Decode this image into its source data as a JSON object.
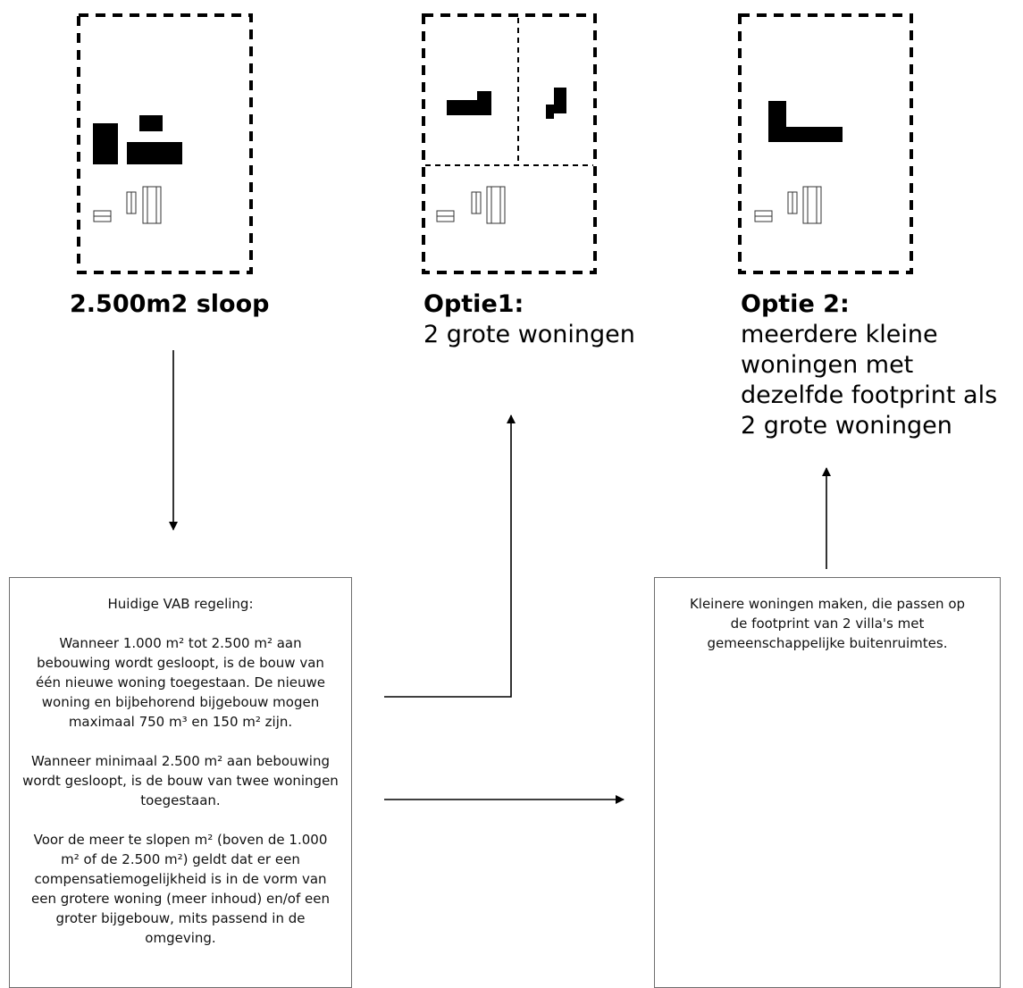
{
  "sites": [
    {
      "caption_title": "2.500m2 sloop",
      "caption_sub": ""
    },
    {
      "caption_title": "Optie1:",
      "caption_sub": "2 grote woningen"
    },
    {
      "caption_title": "Optie 2:",
      "caption_sub": "meerdere kleine woningen met dezelfde footprint als 2 grote woningen"
    }
  ],
  "regulation_box": {
    "title": "Huidige VAB regeling:",
    "paragraphs": [
      "Wanneer 1.000 m² tot 2.500 m² aan bebouwing wordt gesloopt, is de bouw van één nieuwe woning toegestaan. De nieuwe woning en bijbehorend bijgebouw mogen maximaal 750 m³ en 150 m² zijn.",
      "Wanneer minimaal 2.500 m² aan bebouwing wordt gesloopt, is de bouw van twee woningen toegestaan.",
      "Voor de meer te slopen m² (boven de 1.000 m² of de 2.500 m²) geldt dat er een compensatiemogelijkheid is in de vorm van een grotere woning (meer inhoud) en/of een groter bijgebouw, mits passend in de omgeving."
    ]
  },
  "proposal_box": {
    "text": "Kleinere woningen maken, die passen op de footprint van 2 villa's met gemeenschappelijke buitenruimtes."
  },
  "colors": {
    "line": "#000000",
    "box_border": "#6e6e6e"
  }
}
